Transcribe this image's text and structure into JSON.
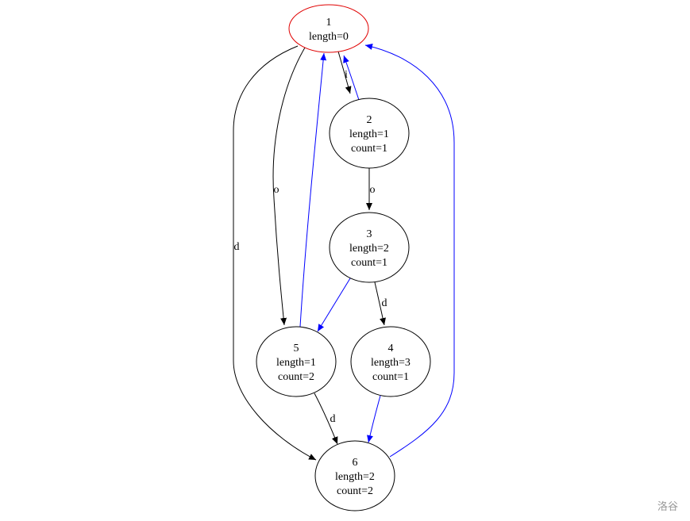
{
  "colors": {
    "default_stroke": "#000000",
    "root_stroke": "#e00000",
    "suffix_link": "#0000ff",
    "watermark": "#9a9a9a"
  },
  "nodes": [
    {
      "id": "1",
      "lines": [
        "1",
        "length=0"
      ],
      "root": true
    },
    {
      "id": "2",
      "lines": [
        "2",
        "length=1",
        "count=1"
      ]
    },
    {
      "id": "3",
      "lines": [
        "3",
        "length=2",
        "count=1"
      ]
    },
    {
      "id": "4",
      "lines": [
        "4",
        "length=3",
        "count=1"
      ]
    },
    {
      "id": "5",
      "lines": [
        "5",
        "length=1",
        "count=2"
      ]
    },
    {
      "id": "6",
      "lines": [
        "6",
        "length=2",
        "count=2"
      ]
    }
  ],
  "edges": [
    {
      "id": "e1-2",
      "from": "1",
      "to": "2",
      "label": "i",
      "kind": "transition"
    },
    {
      "id": "e2-3",
      "from": "2",
      "to": "3",
      "label": "o",
      "kind": "transition"
    },
    {
      "id": "e3-4",
      "from": "3",
      "to": "4",
      "label": "d",
      "kind": "transition"
    },
    {
      "id": "e1-5",
      "from": "1",
      "to": "5",
      "label": "o",
      "kind": "transition"
    },
    {
      "id": "e1-6",
      "from": "1",
      "to": "6",
      "label": "d",
      "kind": "transition"
    },
    {
      "id": "e5-6",
      "from": "5",
      "to": "6",
      "label": "d",
      "kind": "transition"
    },
    {
      "id": "l2-1",
      "from": "2",
      "to": "1",
      "label": "",
      "kind": "suffix-link"
    },
    {
      "id": "l5-1",
      "from": "5",
      "to": "1",
      "label": "",
      "kind": "suffix-link"
    },
    {
      "id": "l3-5",
      "from": "3",
      "to": "5",
      "label": "",
      "kind": "suffix-link"
    },
    {
      "id": "l4-6",
      "from": "4",
      "to": "6",
      "label": "",
      "kind": "suffix-link"
    },
    {
      "id": "l6-1",
      "from": "6",
      "to": "1",
      "label": "",
      "kind": "suffix-link"
    }
  ],
  "watermark": "洛谷"
}
